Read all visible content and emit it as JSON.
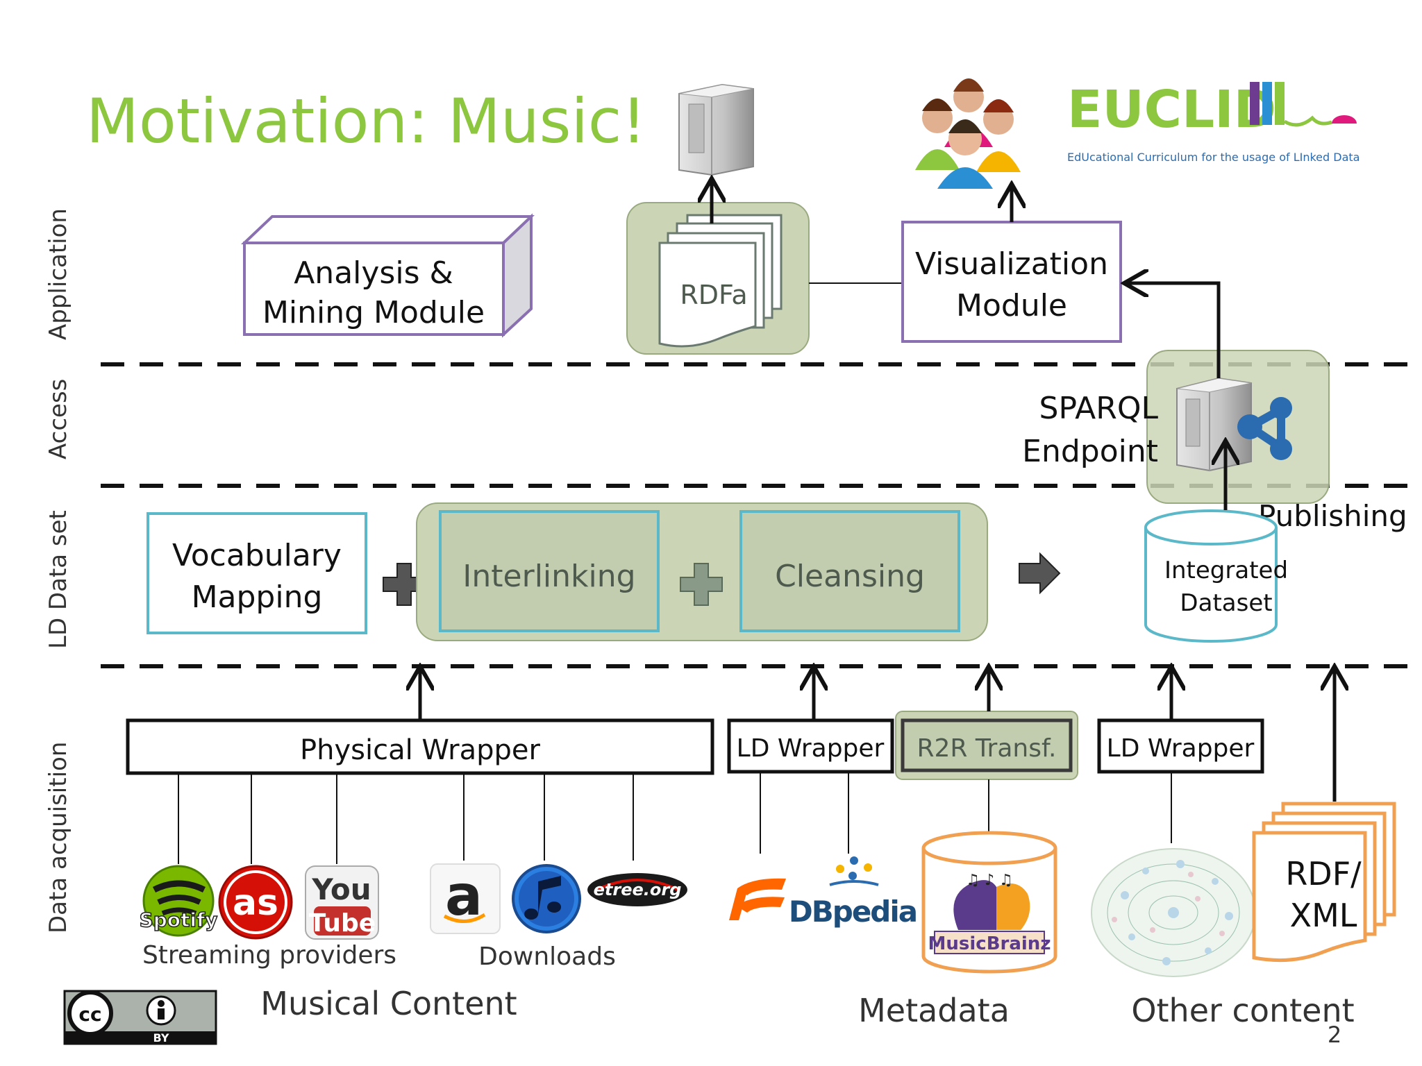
{
  "title": "Motivation: Music!",
  "logo": {
    "text": "EUCLID",
    "subtitle": "EdUcational Curriculum for the usage of LInked Data"
  },
  "layers": {
    "application": "Application",
    "access": "Access",
    "ld_dataset": "LD Data set",
    "data_acquisition": "Data acquisition"
  },
  "boxes": {
    "analysis_line1": "Analysis &",
    "analysis_line2": "Mining Module",
    "rdfa": "RDFa",
    "visualization_line1": "Visualization",
    "visualization_line2": "Module",
    "sparql_line1": "SPARQL",
    "sparql_line2": "Endpoint",
    "publishing": "Publishing",
    "vocab_line1": "Vocabulary",
    "vocab_line2": "Mapping",
    "interlinking": "Interlinking",
    "cleansing": "Cleansing",
    "integrated_line1": "Integrated",
    "integrated_line2": "Dataset"
  },
  "wrappers": {
    "physical": "Physical Wrapper",
    "ld1": "LD Wrapper",
    "r2r": "R2R Transf.",
    "ld2": "LD Wrapper"
  },
  "sources": {
    "spotify": "Spotify",
    "lastfm": "as",
    "youtube_top": "You",
    "youtube_bottom": "Tube",
    "amazon": "a",
    "etree": "etree.org",
    "dbpedia": "DBpedia",
    "musicbrainz": "MusicBrainz",
    "rdfxml_line1": "RDF/",
    "rdfxml_line2": "XML"
  },
  "captions": {
    "streaming": "Streaming providers",
    "downloads": "Downloads",
    "musical_content": "Musical Content",
    "metadata": "Metadata",
    "other_content": "Other content"
  },
  "license": {
    "cc": "cc",
    "by": "BY"
  },
  "page_number": "2"
}
